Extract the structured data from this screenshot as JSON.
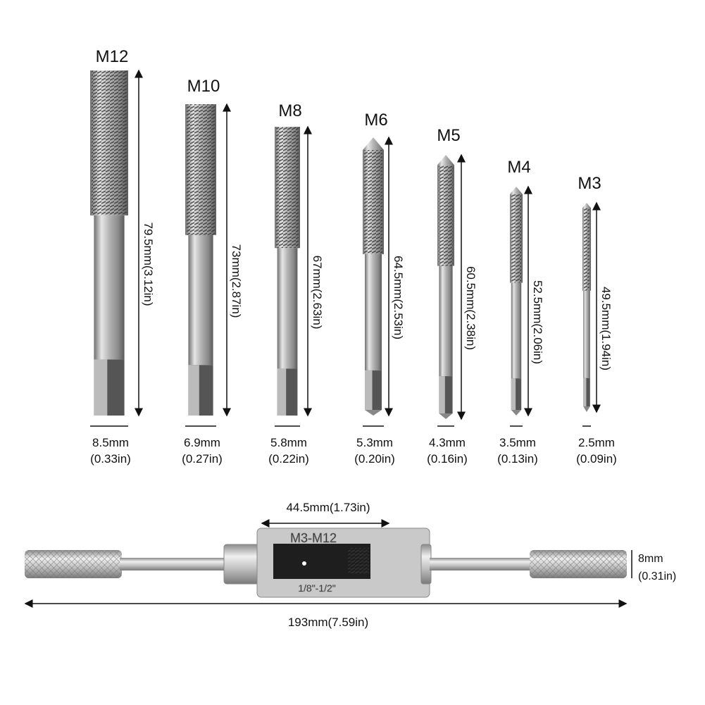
{
  "taps": [
    {
      "size": "M12",
      "length": "79.5mm(3.12in)",
      "diameter_mm": "8.5mm",
      "diameter_in": "(0.33in)"
    },
    {
      "size": "M10",
      "length": "73mm(2.87in)",
      "diameter_mm": "6.9mm",
      "diameter_in": "(0.27in)"
    },
    {
      "size": "M8",
      "length": "67mm(2.63in)",
      "diameter_mm": "5.8mm",
      "diameter_in": "(0.22in)"
    },
    {
      "size": "M6",
      "length": "64.5mm(2.53in)",
      "diameter_mm": "5.3mm",
      "diameter_in": "(0.20in)"
    },
    {
      "size": "M5",
      "length": "60.5mm(2.38in)",
      "diameter_mm": "4.3mm",
      "diameter_in": "(0.16in)"
    },
    {
      "size": "M4",
      "length": "52.5mm(2.06in)",
      "diameter_mm": "3.5mm",
      "diameter_in": "(0.13in)"
    },
    {
      "size": "M3",
      "length": "49.5mm(1.94in)",
      "diameter_mm": "2.5mm",
      "diameter_in": "(0.09in)"
    }
  ],
  "wrench": {
    "body_width": "44.5mm(1.73in)",
    "body_marking": "M3-M12",
    "body_marking_inch": "1/8\"-1/2\"",
    "total_length": "193mm(7.59in)",
    "rod_mm": "8mm",
    "rod_in": "(0.31in)"
  }
}
